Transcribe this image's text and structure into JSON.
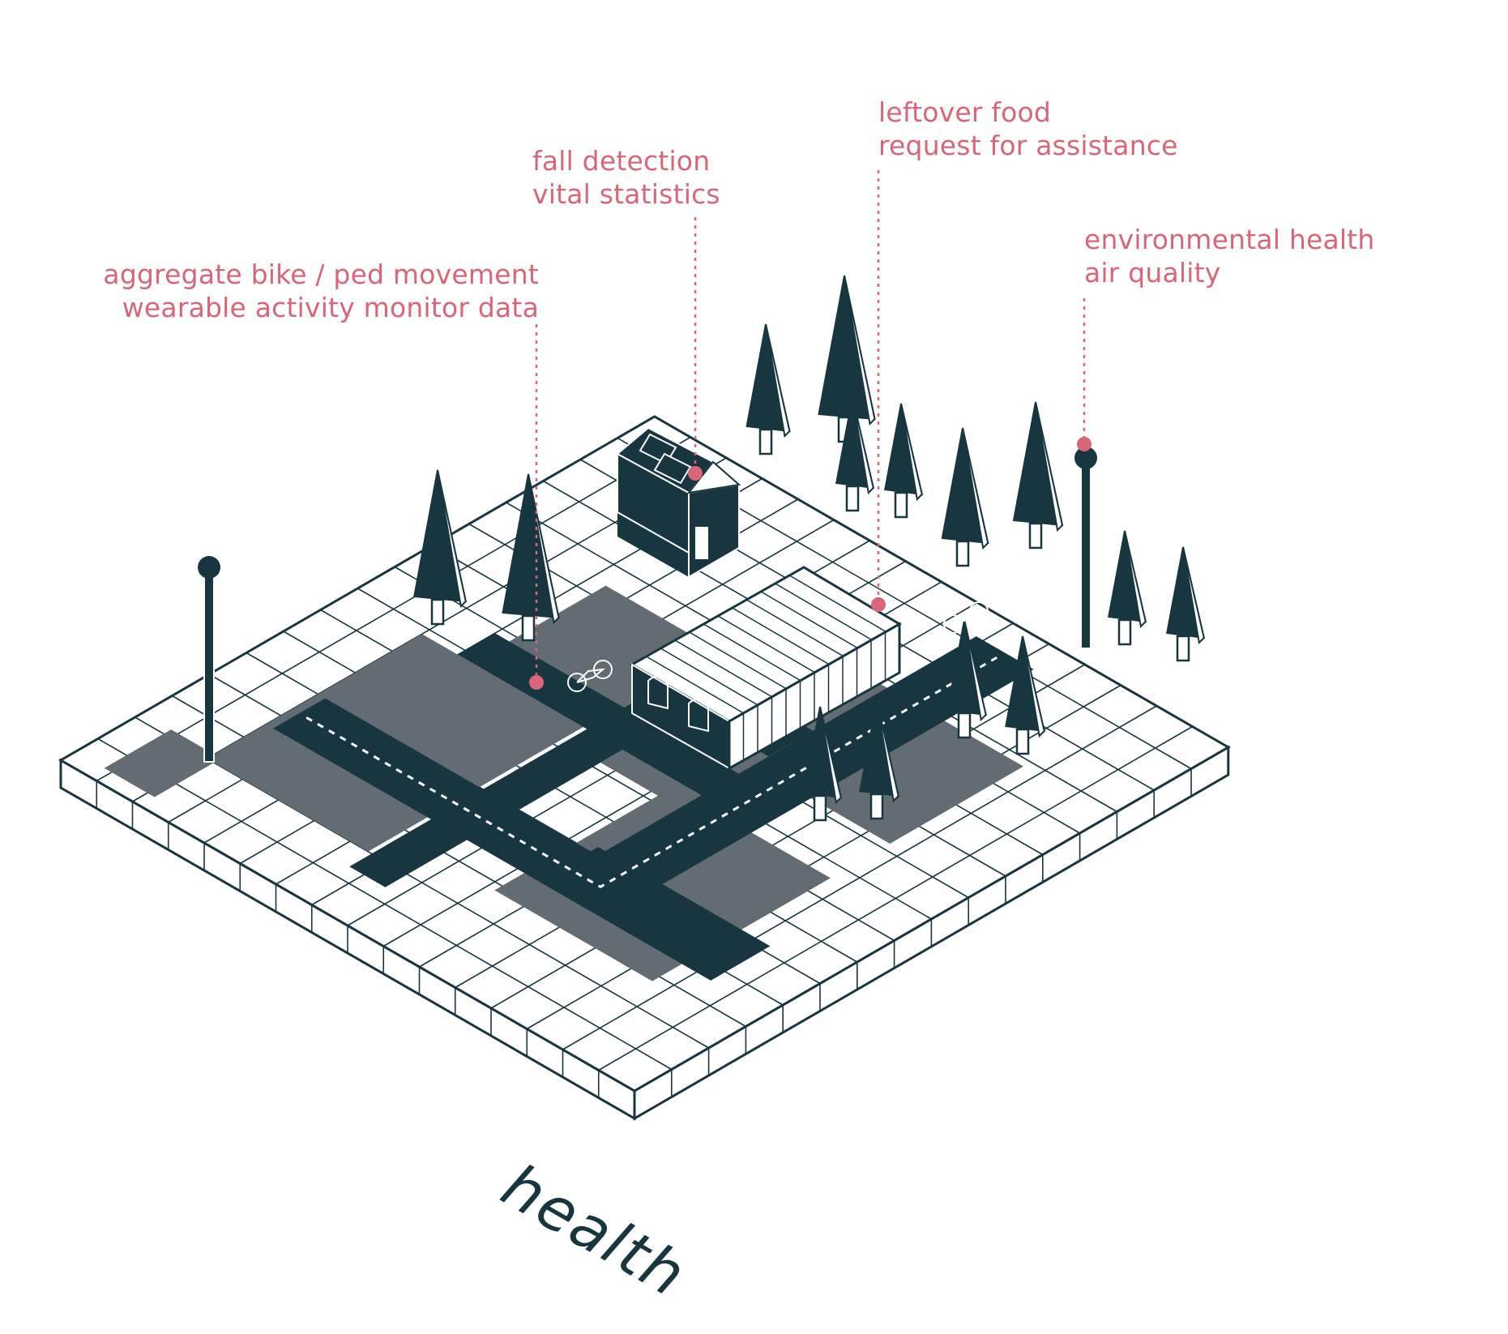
{
  "caption": "health",
  "callouts": [
    {
      "id": "bike-ped",
      "lines": [
        "aggregate bike / ped movement",
        "wearable activity monitor data"
      ]
    },
    {
      "id": "fall",
      "lines": [
        "fall detection",
        "vital statistics"
      ]
    },
    {
      "id": "food",
      "lines": [
        "leftover food",
        "request for assistance"
      ]
    },
    {
      "id": "env",
      "lines": [
        "environmental health",
        "air quality"
      ]
    }
  ],
  "colors": {
    "dark": "#17363f",
    "gray": "#636b73",
    "accent": "#d96676",
    "white": "#ffffff"
  },
  "icons": [
    "bicycle-icon",
    "solar-panel-icon",
    "street-lamp-icon",
    "tree-icon",
    "greenhouse-icon",
    "house-icon",
    "sensor-dot-icon"
  ]
}
